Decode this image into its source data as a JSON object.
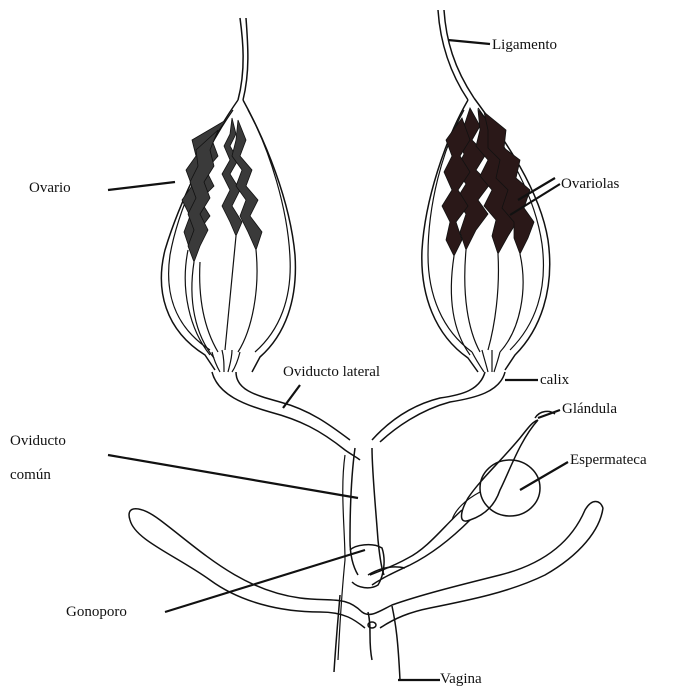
{
  "labels": {
    "ligamento": "Ligamento",
    "ovario": "Ovario",
    "ovariolas": "Ovariolas",
    "oviducto_lateral": "Oviducto lateral",
    "calix": "calix",
    "glandula": "Glándula",
    "oviducto_comun_1": "Oviducto",
    "oviducto_comun_2": "común",
    "espermateca": "Espermateca",
    "gonoporo": "Gonoporo",
    "vagina": "Vagina"
  }
}
